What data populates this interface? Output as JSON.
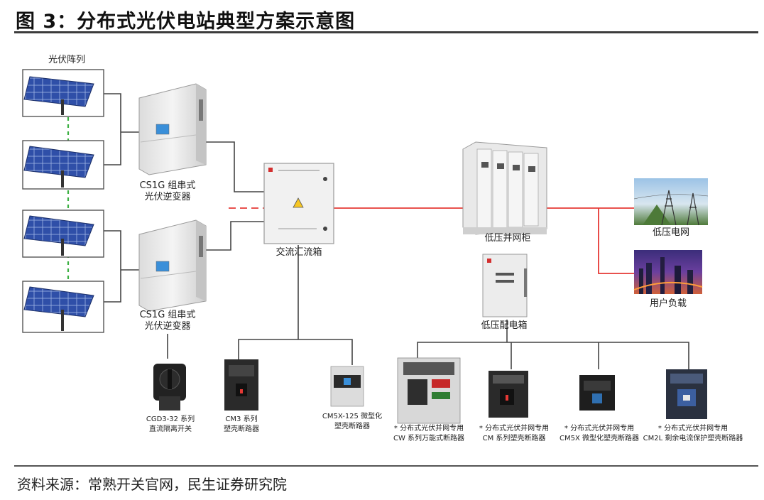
{
  "header": {
    "title": "图 3：分布式光伏电站典型方案示意图"
  },
  "footer": {
    "source": "资料来源：常熟开关官网，民生证券研究院"
  },
  "nodes": {
    "pv_array": "光伏阵列",
    "inverter_1": [
      "CS1G 组串式",
      "光伏逆变器"
    ],
    "inverter_2": [
      "CS1G 组串式",
      "光伏逆变器"
    ],
    "ac_combiner": "交流汇流箱",
    "lv_cabinet": "低压并网柜",
    "lv_grid": "低压电网",
    "user_load": "用户负载",
    "lv_dist_box": "低压配电箱"
  },
  "products": {
    "cgd3": [
      "CGD3-32 系列",
      "直流隔离开关"
    ],
    "cm3": [
      "CM3 系列",
      "塑壳断路器"
    ],
    "cm5x125": [
      "CM5X-125 微型化",
      "塑壳断路器"
    ],
    "cw": [
      "* 分布式光伏并网专用",
      "CW 系列万能式断路器"
    ],
    "cm": [
      "* 分布式光伏并网专用",
      "CM 系列塑壳断路器"
    ],
    "cm5x": [
      "* 分布式光伏并网专用",
      "CM5X 微型化塑壳断路器"
    ],
    "cm2l": [
      "* 分布式光伏并网专用",
      "CM2L 剩余电流保护塑壳断路器"
    ]
  },
  "colors": {
    "power_line": "#e53935",
    "wire": "#444444",
    "green_dash": "#3cb043",
    "panel": "#2f4fa8"
  }
}
